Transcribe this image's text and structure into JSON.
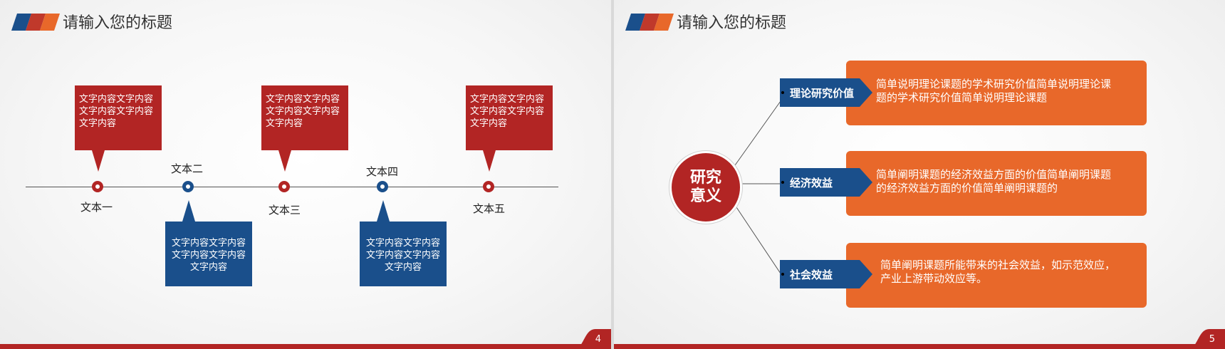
{
  "slide4": {
    "title": "请输入您的标题",
    "page_number": "4",
    "timeline": {
      "nodes": [
        {
          "label": "文本一",
          "color": "#b22524",
          "box_text": "文字内容文字内容文字内容文字内容文字内容",
          "box_position": "above"
        },
        {
          "label": "文本二",
          "color": "#1a4f8b",
          "box_text": "文字内容文字内容文字内容文字内容文字内容",
          "box_position": "below"
        },
        {
          "label": "文本三",
          "color": "#b22524",
          "box_text": "文字内容文字内容文字内容文字内容文字内容",
          "box_position": "above"
        },
        {
          "label": "文本四",
          "color": "#1a4f8b",
          "box_text": "文字内容文字内容文字内容文字内容文字内容",
          "box_position": "below"
        },
        {
          "label": "文本五",
          "color": "#b22524",
          "box_text": "文字内容文字内容文字内容文字内容文字内容",
          "box_position": "above"
        }
      ]
    }
  },
  "slide5": {
    "title": "请输入您的标题",
    "page_number": "5",
    "center_label": "研究\n意义",
    "branches": [
      {
        "tag": "理论研究价值",
        "text": "简单说明理论课题的学术研究价值简单说明理论课题的学术研究价值简单说明理论课题"
      },
      {
        "tag": "经济效益",
        "text": "简单阐明课题的经济效益方面的价值简单阐明课题的经济效益方面的价值简单阐明课题的"
      },
      {
        "tag": "社会效益",
        "text": "简单阐明课题所能带来的社会效益，如示范效应，产业上游带动效应等。"
      }
    ]
  },
  "colors": {
    "red": "#b22524",
    "blue": "#1a4f8b",
    "orange": "#e8682a",
    "logo": [
      "#1a4f8b",
      "#c0392b",
      "#e8682a"
    ]
  }
}
